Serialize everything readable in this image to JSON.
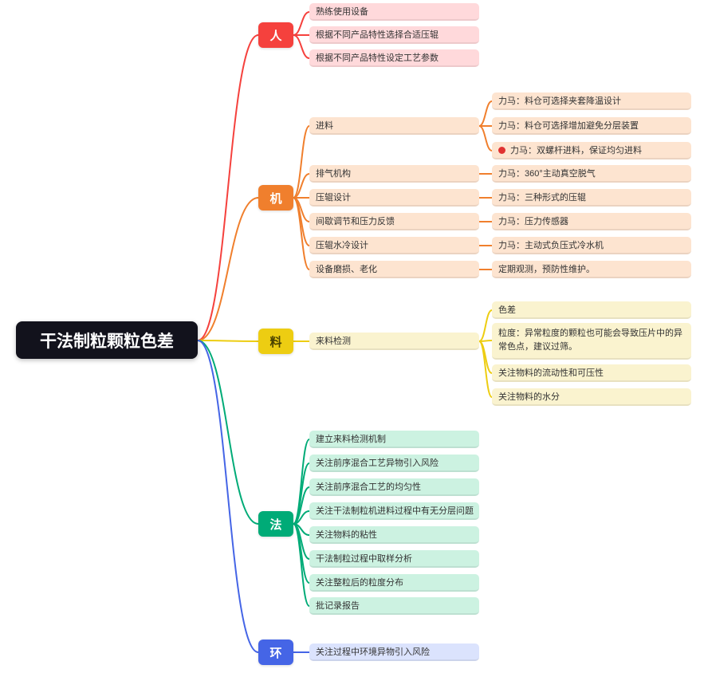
{
  "root": {
    "label": "干法制粒颗粒色差",
    "bg": "#12121c",
    "text_color": "#ffffff"
  },
  "branches": [
    {
      "label": "人",
      "color": "#f5413d",
      "light": "#ffd9db",
      "text_color": "#ffffff",
      "children": [
        {
          "label": "熟练使用设备"
        },
        {
          "label": "根据不同产品特性选择合适压辊"
        },
        {
          "label": "根据不同产品特性设定工艺参数"
        }
      ]
    },
    {
      "label": "机",
      "color": "#f07f2d",
      "light": "#fde4d0",
      "text_color": "#ffffff",
      "children": [
        {
          "label": "进料",
          "children": [
            {
              "label": "力马：料仓可选择夹套降温设计"
            },
            {
              "label": "力马：料仓可选择增加避免分层装置"
            },
            {
              "label": "力马：双螺杆进料，保证均匀进料",
              "bullet": "red-dot"
            }
          ]
        },
        {
          "label": "排气机构",
          "children": [
            {
              "label": "力马：360°主动真空脱气"
            }
          ]
        },
        {
          "label": "压辊设计",
          "children": [
            {
              "label": "力马：三种形式的压辊"
            }
          ]
        },
        {
          "label": "间歇调节和压力反馈",
          "children": [
            {
              "label": "力马：压力传感器"
            }
          ]
        },
        {
          "label": "压辊水冷设计",
          "children": [
            {
              "label": "力马：主动式负压式冷水机"
            }
          ]
        },
        {
          "label": "设备磨损、老化",
          "children": [
            {
              "label": "定期观测，预防性维护。"
            }
          ]
        }
      ]
    },
    {
      "label": "料",
      "color": "#edcd12",
      "light": "#faf3cf",
      "text_color": "#4a4200",
      "children": [
        {
          "label": "来料检测",
          "children": [
            {
              "label": "色差"
            },
            {
              "label": "粒度：异常粒度的颗粒也可能会导致压片中的异常色点，建议过筛。"
            },
            {
              "label": "关注物料的流动性和可压性"
            },
            {
              "label": "关注物料的水分"
            }
          ]
        }
      ]
    },
    {
      "label": "法",
      "color": "#00ab77",
      "light": "#ccf2e1",
      "text_color": "#ffffff",
      "children": [
        {
          "label": "建立来料检测机制"
        },
        {
          "label": "关注前序混合工艺异物引入风险"
        },
        {
          "label": "关注前序混合工艺的均匀性"
        },
        {
          "label": "关注干法制粒机进料过程中有无分层问题"
        },
        {
          "label": "关注物料的粘性"
        },
        {
          "label": "干法制粒过程中取样分析"
        },
        {
          "label": "关注整粒后的粒度分布"
        },
        {
          "label": "批记录报告"
        }
      ]
    },
    {
      "label": "环",
      "color": "#4565e6",
      "light": "#dbe3fd",
      "text_color": "#ffffff",
      "children": [
        {
          "label": "关注过程中环境异物引入风险"
        }
      ]
    }
  ]
}
